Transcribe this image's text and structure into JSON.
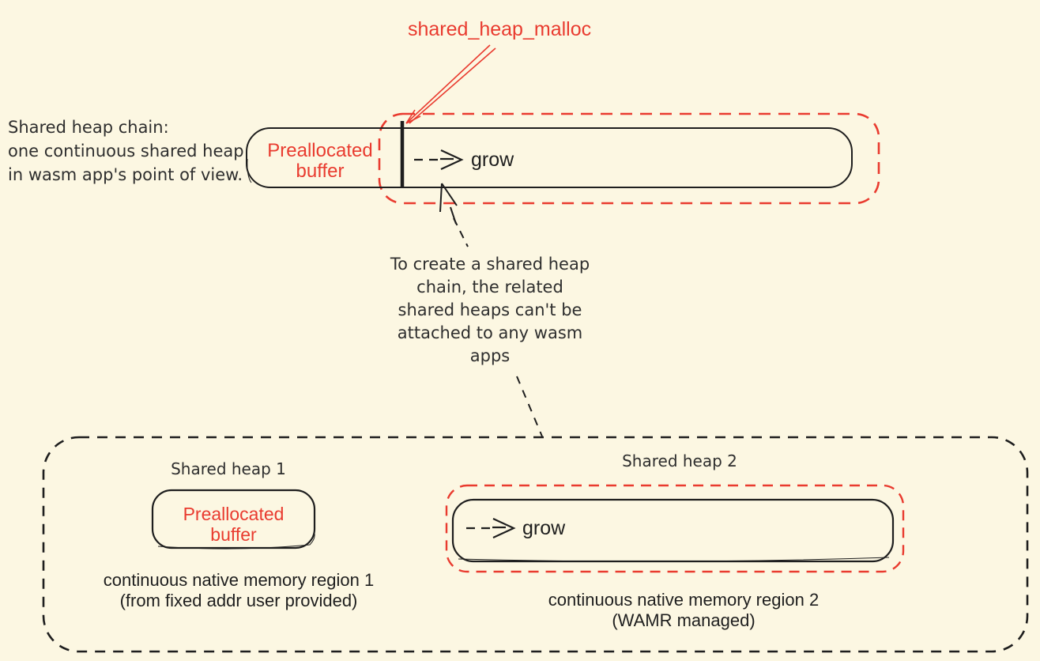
{
  "colors": {
    "background": "#FCF7E2",
    "red": "#E93B2F",
    "ink": "#1E1E1E",
    "text": "#2E2E2E"
  },
  "top": {
    "malloc_label": "shared_heap_malloc",
    "chain_note": "Shared heap chain:\none continuous shared heap\nin wasm app's point of view.",
    "prealloc_label": "Preallocated\nbuffer",
    "grow_label": "grow"
  },
  "middle": {
    "attach_note": "To create a shared heap\nchain, the related\nshared heaps can't be\nattached to any wasm\napps"
  },
  "bottom": {
    "heap1": {
      "title": "Shared heap 1",
      "buffer_label": "Preallocated\nbuffer",
      "caption": "continuous native memory region 1\n(from fixed addr user provided)"
    },
    "heap2": {
      "title": "Shared heap 2",
      "grow_label": "grow",
      "caption": "continuous native memory region 2\n(WAMR managed)"
    }
  }
}
